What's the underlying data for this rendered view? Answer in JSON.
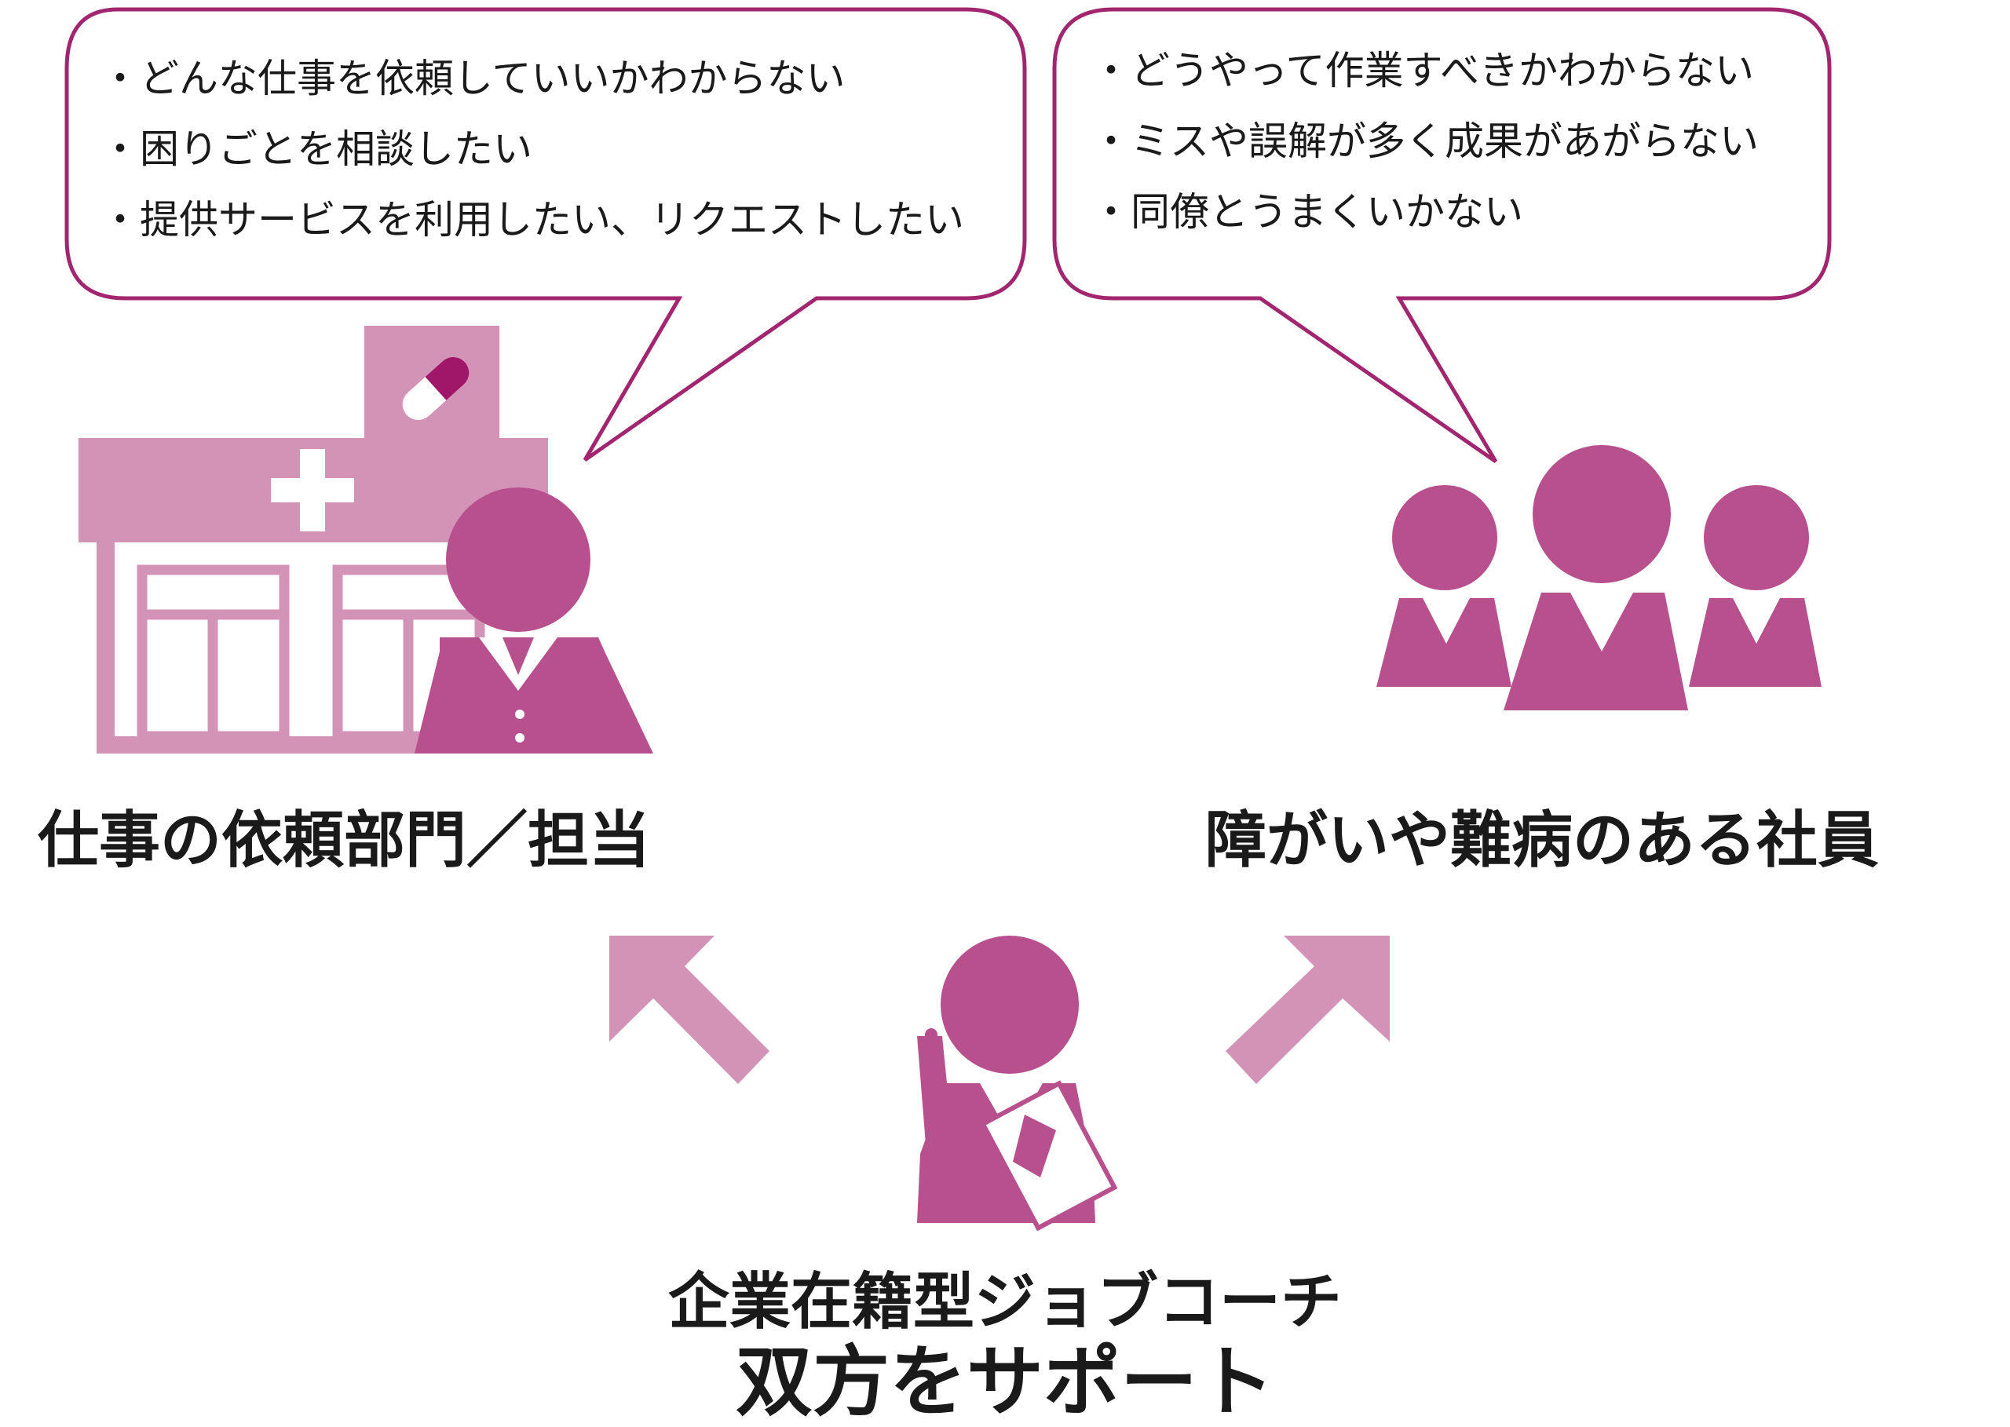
{
  "colors": {
    "accent": "#b8508e",
    "accent_light": "#d393b7",
    "bubble_border": "#a2266f",
    "capsule_dark": "#a0176a",
    "text": "#1a1a1a"
  },
  "left_bubble": {
    "items": [
      "どんな仕事を依頼していいかわからない",
      "困りごとを相談したい",
      "提供サービスを利用したい、リクエストしたい"
    ]
  },
  "right_bubble": {
    "items": [
      "どうやって作業すべきかわからない",
      "ミスや誤解が多く成果があがらない",
      "同僚とうまくいかない"
    ]
  },
  "left_label": "仕事の依頼部門／担当",
  "right_label": "障がいや難病のある社員",
  "caption": {
    "line1": "企業在籍型ジョブコーチ",
    "line2": "双方をサポート"
  },
  "icons": {
    "hospital": "hospital-icon",
    "capsule": "capsule-icon",
    "cross": "medical-cross-icon",
    "staff": "staff-person-icon",
    "group": "employee-group-icon",
    "coach": "job-coach-icon",
    "arrow_left": "arrow-up-left-icon",
    "arrow_right": "arrow-up-right-icon"
  }
}
